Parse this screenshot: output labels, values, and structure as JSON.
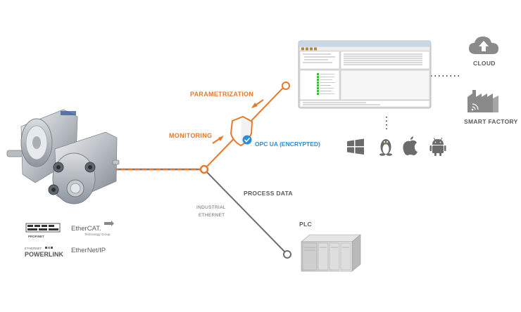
{
  "labels": {
    "parametrization": "PARAMETRIZATION",
    "monitoring": "MONITORING",
    "opc_ua": "OPC UA (ENCRYPTED)",
    "process_data": "PROCESS DATA",
    "industrial_ethernet_line1": "INDUSTRIAL",
    "industrial_ethernet_line2": "ETHERNET",
    "plc": "PLC",
    "cloud": "CLOUD",
    "smart_factory": "SMART FACTORY"
  },
  "fieldbus_logos": {
    "profinet": "PROFINET",
    "ethercat": "EtherCAT.",
    "ethercat_sub": "Technology Group",
    "powerlink_top": "ETHERNET",
    "powerlink": "POWERLINK",
    "ethernetip": "EtherNet/IP"
  },
  "os_icons": [
    "windows-icon",
    "linux-icon",
    "apple-icon",
    "android-icon"
  ],
  "colors": {
    "accent_orange": "#e8782a",
    "opc_blue": "#2a8fd6",
    "line_gray": "#6e6e6e",
    "icon_gray": "#8a8a8a"
  }
}
